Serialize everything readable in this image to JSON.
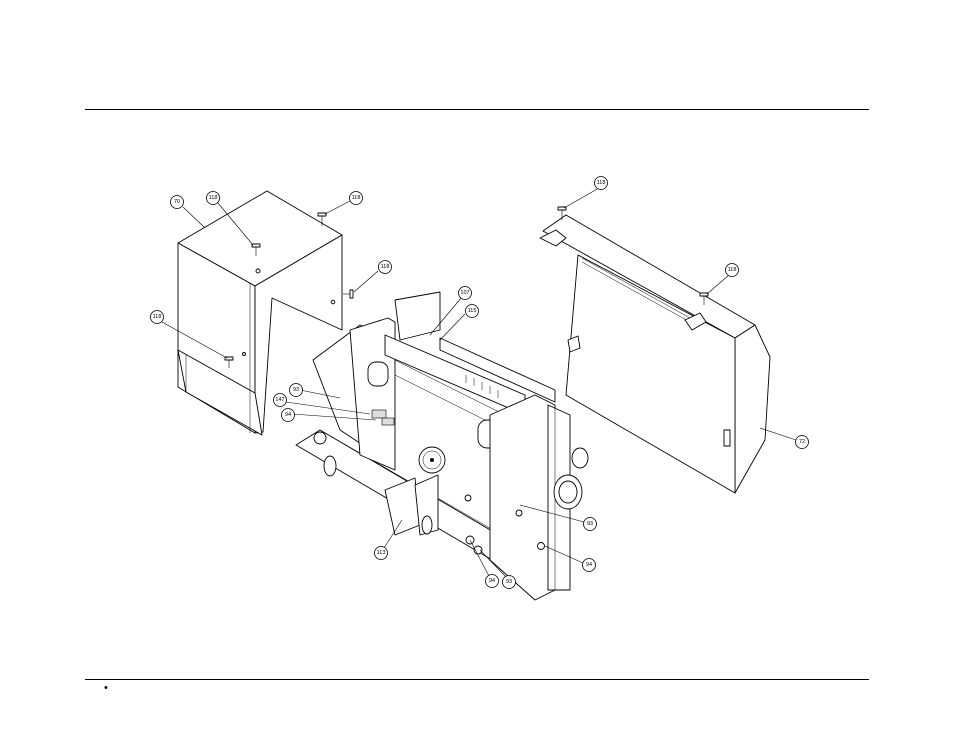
{
  "callouts": [
    {
      "id": "c70",
      "label": "70"
    },
    {
      "id": "c118a",
      "label": "118"
    },
    {
      "id": "c118b",
      "label": "118"
    },
    {
      "id": "c118c",
      "label": "118"
    },
    {
      "id": "c118d",
      "label": "118"
    },
    {
      "id": "c118e",
      "label": "118"
    },
    {
      "id": "c118f",
      "label": "118"
    },
    {
      "id": "c107",
      "label": "107"
    },
    {
      "id": "c115",
      "label": "115"
    },
    {
      "id": "c93a",
      "label": "93"
    },
    {
      "id": "c147",
      "label": "147"
    },
    {
      "id": "c94a",
      "label": "94"
    },
    {
      "id": "c72",
      "label": "72"
    },
    {
      "id": "c93b",
      "label": "93"
    },
    {
      "id": "c94b",
      "label": "94"
    },
    {
      "id": "c113",
      "label": "113"
    },
    {
      "id": "c94c",
      "label": "94"
    },
    {
      "id": "c93c",
      "label": "93"
    }
  ],
  "footer": {
    "bullet": "•"
  }
}
